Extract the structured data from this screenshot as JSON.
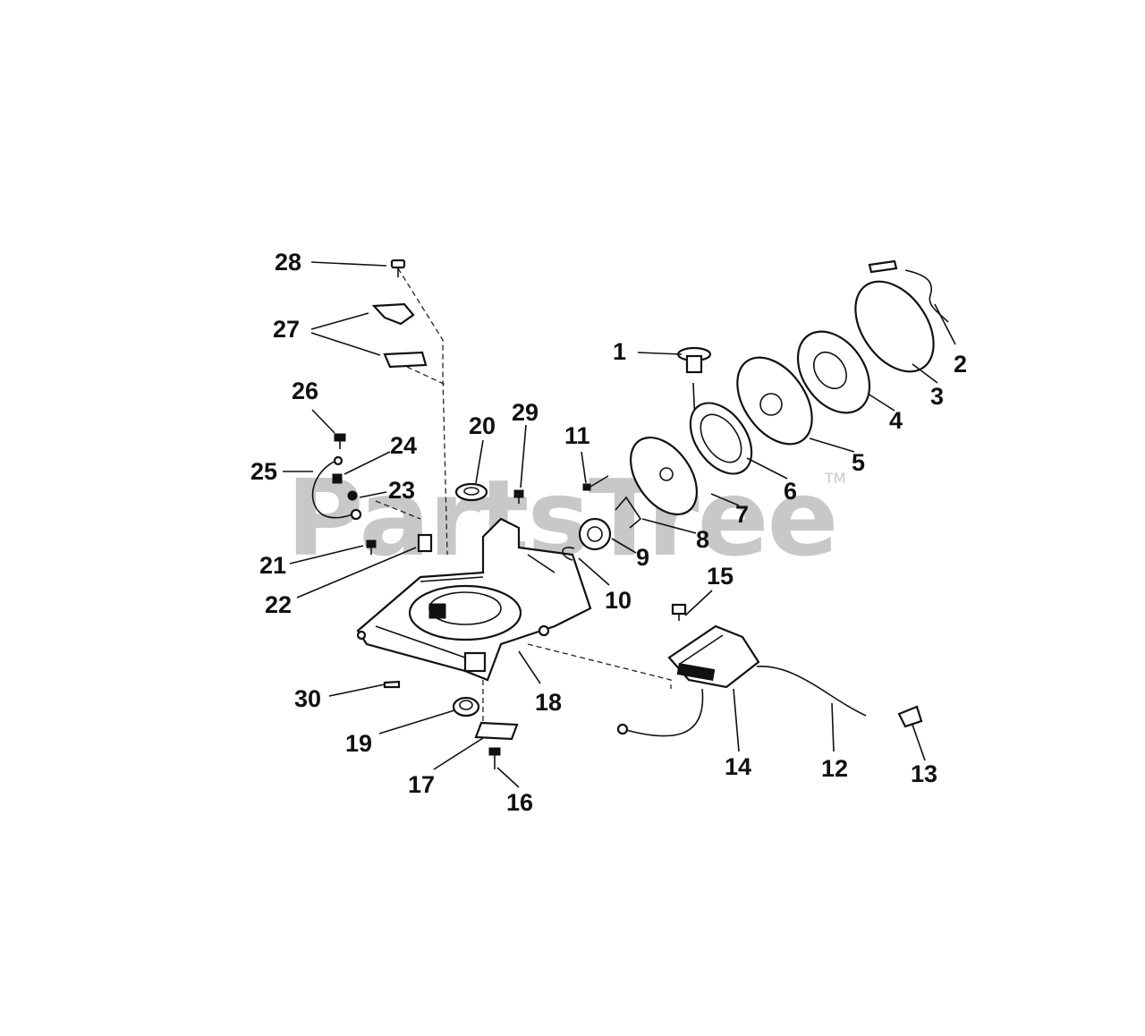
{
  "watermark": {
    "text": "PartsTree",
    "trademark": "TM"
  },
  "callouts": [
    "1",
    "2",
    "3",
    "4",
    "5",
    "6",
    "7",
    "8",
    "9",
    "10",
    "11",
    "12",
    "13",
    "14",
    "15",
    "16",
    "17",
    "18",
    "19",
    "20",
    "21",
    "22",
    "23",
    "24",
    "25",
    "26",
    "27",
    "28",
    "29",
    "30"
  ]
}
